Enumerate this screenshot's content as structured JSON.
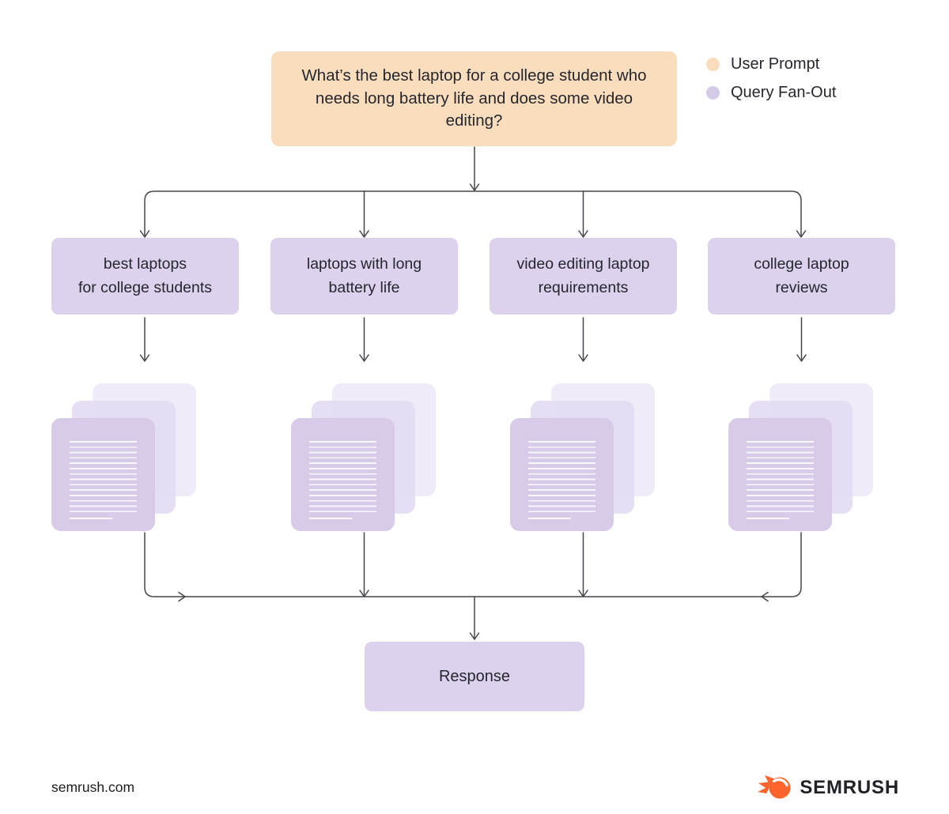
{
  "legend": {
    "items": [
      {
        "id": "user-prompt",
        "label": "User Prompt",
        "swatch": "circle",
        "color": "#F8DCBD"
      },
      {
        "id": "query-fan-out",
        "label": "Query Fan-Out",
        "swatch": "circle",
        "color": "#D5CBE9"
      }
    ]
  },
  "prompt": {
    "text": "What’s the best laptop for a college student who needs long battery life and does some video editing?"
  },
  "queries": [
    {
      "text": "best laptops\nfor college students"
    },
    {
      "text": "laptops with long\nbattery life"
    },
    {
      "text": "video editing laptop\nrequirements"
    },
    {
      "text": "college laptop\nreviews"
    }
  ],
  "response": {
    "text": "Response"
  },
  "footer": {
    "website": "semrush.com",
    "brand": "SEMRUSH"
  },
  "icons": {
    "brand_icon": "flame-comet-icon",
    "document_icon": "stacked-documents",
    "arrow_style": "open-chevron-arrowheads"
  },
  "colors": {
    "user_prompt_fill": "#FADDBD",
    "query_fill": "#DDD2EE",
    "document_front": "#D8CBEA",
    "document_middle": "#E4DBF2",
    "document_back": "#F0EBF8",
    "connector": "#45454C",
    "text": "#26262E",
    "brand_orange": "#FF642D",
    "background": "#FFFFFF"
  }
}
